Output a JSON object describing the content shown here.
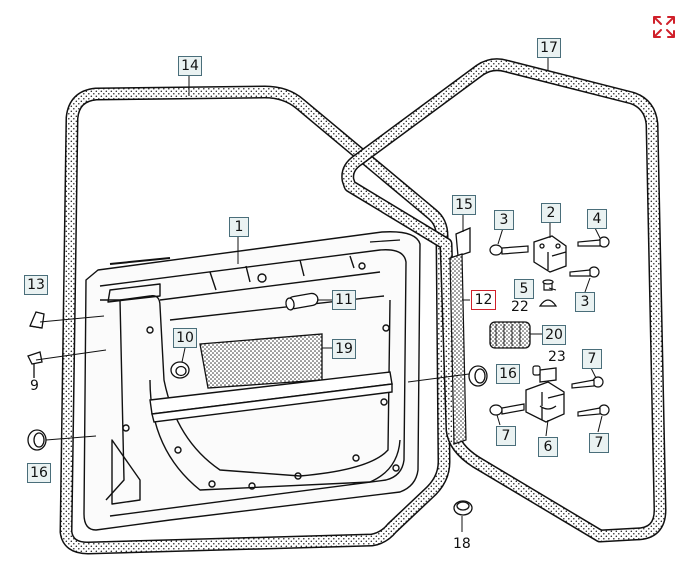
{
  "diagram": {
    "callouts": [
      {
        "id": "c14",
        "label": "14",
        "selected": false
      },
      {
        "id": "c17",
        "label": "17",
        "selected": false
      },
      {
        "id": "c1",
        "label": "1",
        "selected": false
      },
      {
        "id": "c15",
        "label": "15",
        "selected": false
      },
      {
        "id": "c2",
        "label": "2",
        "selected": false
      },
      {
        "id": "c3a",
        "label": "3",
        "selected": false
      },
      {
        "id": "c4",
        "label": "4",
        "selected": false
      },
      {
        "id": "c13",
        "label": "13",
        "selected": false
      },
      {
        "id": "c11",
        "label": "11",
        "selected": false
      },
      {
        "id": "c12",
        "label": "12",
        "selected": true
      },
      {
        "id": "c5",
        "label": "5",
        "selected": false
      },
      {
        "id": "c3b",
        "label": "3",
        "selected": false
      },
      {
        "id": "c10",
        "label": "10",
        "selected": false
      },
      {
        "id": "c20",
        "label": "20",
        "selected": false
      },
      {
        "id": "c19",
        "label": "19",
        "selected": false
      },
      {
        "id": "c16a",
        "label": "16",
        "selected": false
      },
      {
        "id": "c7a",
        "label": "7",
        "selected": false
      },
      {
        "id": "c7b",
        "label": "7",
        "selected": false
      },
      {
        "id": "c7c",
        "label": "7",
        "selected": false
      },
      {
        "id": "c6",
        "label": "6",
        "selected": false
      },
      {
        "id": "c16b",
        "label": "16",
        "selected": false
      }
    ],
    "plain_labels": [
      {
        "id": "p22",
        "label": "22"
      },
      {
        "id": "p23",
        "label": "23"
      },
      {
        "id": "p9",
        "label": "9"
      },
      {
        "id": "p18",
        "label": "18"
      }
    ],
    "expand_icon": "expand-arrows-icon",
    "accent_color": "#d0202a",
    "callout_border_color": "#4a6e7a",
    "callout_fill_color": "#eaf2f2"
  }
}
